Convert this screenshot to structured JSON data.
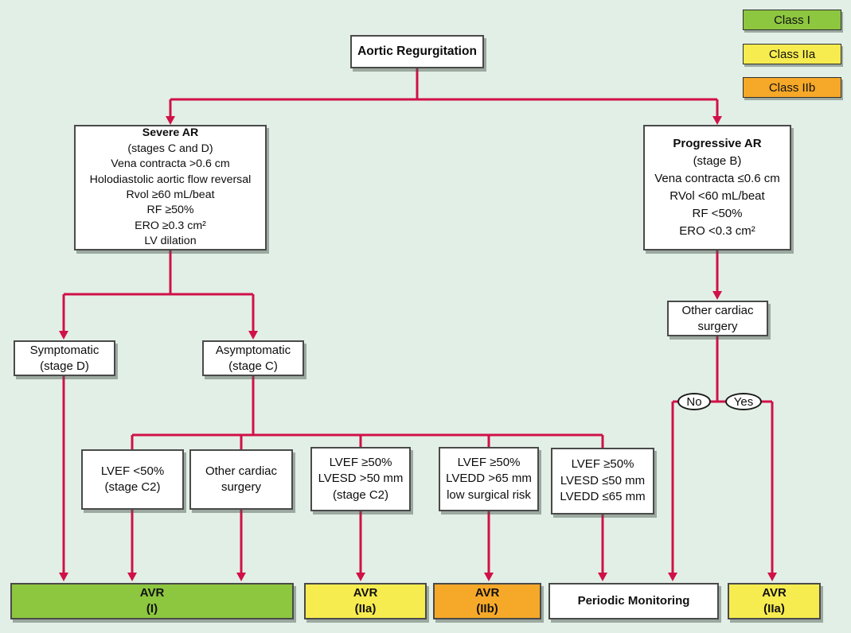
{
  "colors": {
    "background": "#e2efe6",
    "connector_red": "#d01148",
    "class_i_green": "#8dc63f",
    "class_iia_yellow": "#f7ec4f",
    "class_iib_orange": "#f6a828",
    "box_border": "#4a4a4a"
  },
  "legend": {
    "items": [
      {
        "label": "Class I"
      },
      {
        "label": "Class IIa"
      },
      {
        "label": "Class IIb"
      }
    ]
  },
  "root": {
    "title": "Aortic Regurgitation"
  },
  "nodes": {
    "severe_ar": {
      "title": "Severe AR",
      "lines": [
        "(stages C and D)",
        "Vena contracta >0.6 cm",
        "Holodiastolic aortic flow reversal",
        "Rvol ≥60 mL/beat",
        "RF ≥50%",
        "ERO ≥0.3 cm²",
        "LV dilation"
      ]
    },
    "progressive_ar": {
      "title": "Progressive AR",
      "lines": [
        "(stage B)",
        "Vena contracta ≤0.6 cm",
        "RVol <60 mL/beat",
        "RF <50%",
        "ERO <0.3 cm²"
      ]
    },
    "symptomatic": {
      "lines": [
        "Symptomatic",
        "(stage D)"
      ]
    },
    "asymptomatic": {
      "lines": [
        "Asymptomatic",
        "(stage C)"
      ]
    },
    "lvef_lt_50": {
      "lines": [
        "LVEF <50%",
        "(stage C2)"
      ]
    },
    "other_cardiac_surgery_left": {
      "lines": [
        "Other cardiac",
        "surgery"
      ]
    },
    "lvef_ge50_lvesd_gt50": {
      "lines": [
        "LVEF ≥50%",
        "LVESD >50 mm",
        "(stage C2)"
      ]
    },
    "lvef_ge50_lvedd_gt65": {
      "lines": [
        "LVEF ≥50%",
        "LVEDD >65 mm",
        "low surgical risk"
      ]
    },
    "lvef_ge50_lvesd_le50_lvedd_le65": {
      "lines": [
        "LVEF ≥50%",
        "LVESD ≤50 mm",
        "LVEDD ≤65 mm"
      ]
    },
    "other_cardiac_surgery_right": {
      "lines": [
        "Other cardiac",
        "surgery"
      ]
    }
  },
  "decision_labels": {
    "no": "No",
    "yes": "Yes"
  },
  "outcomes": {
    "avr_class_i": {
      "lines": [
        "AVR",
        "(I)"
      ]
    },
    "avr_class_iia_mid": {
      "lines": [
        "AVR",
        "(IIa)"
      ]
    },
    "avr_class_iib": {
      "lines": [
        "AVR",
        "(IIb)"
      ]
    },
    "periodic_monitoring": {
      "label": "Periodic Monitoring"
    },
    "avr_class_iia_right": {
      "lines": [
        "AVR",
        "(IIa)"
      ]
    }
  }
}
